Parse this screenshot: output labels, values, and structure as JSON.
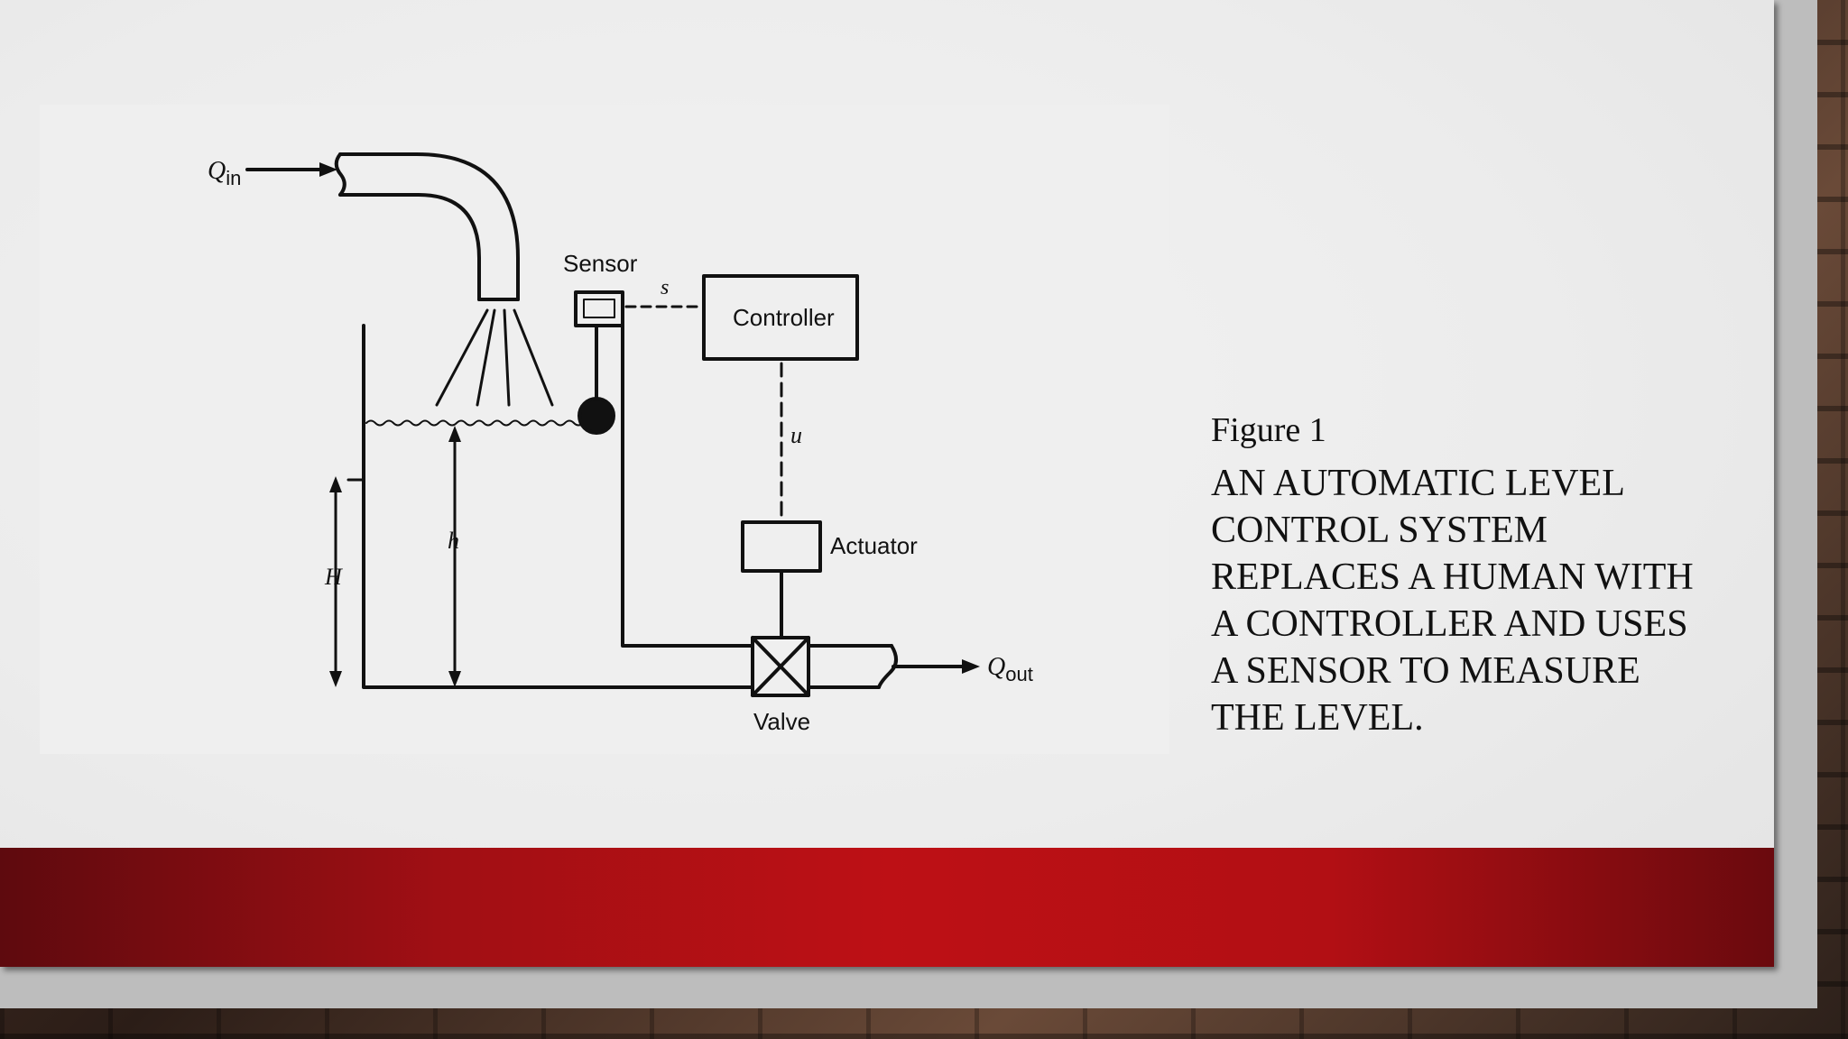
{
  "figure": {
    "labels": {
      "q_in": "Q",
      "q_in_sub": "in",
      "q_out": "Q",
      "q_out_sub": "out",
      "sensor": "Sensor",
      "s": "s",
      "controller": "Controller",
      "u": "u",
      "actuator": "Actuator",
      "valve": "Valve",
      "h": "h",
      "H": "H"
    }
  },
  "caption": {
    "label": "Figure 1",
    "text": "AN AUTOMATIC LEVEL CONTROL SYSTEM REPLACES A HUMAN WITH A CONTROLLER AND USES A SENSOR TO MEASURE THE LEVEL."
  },
  "colors": {
    "band_dark": "#5e0a0e",
    "band_bright": "#bd1015",
    "slide_bg": "#efefef"
  }
}
